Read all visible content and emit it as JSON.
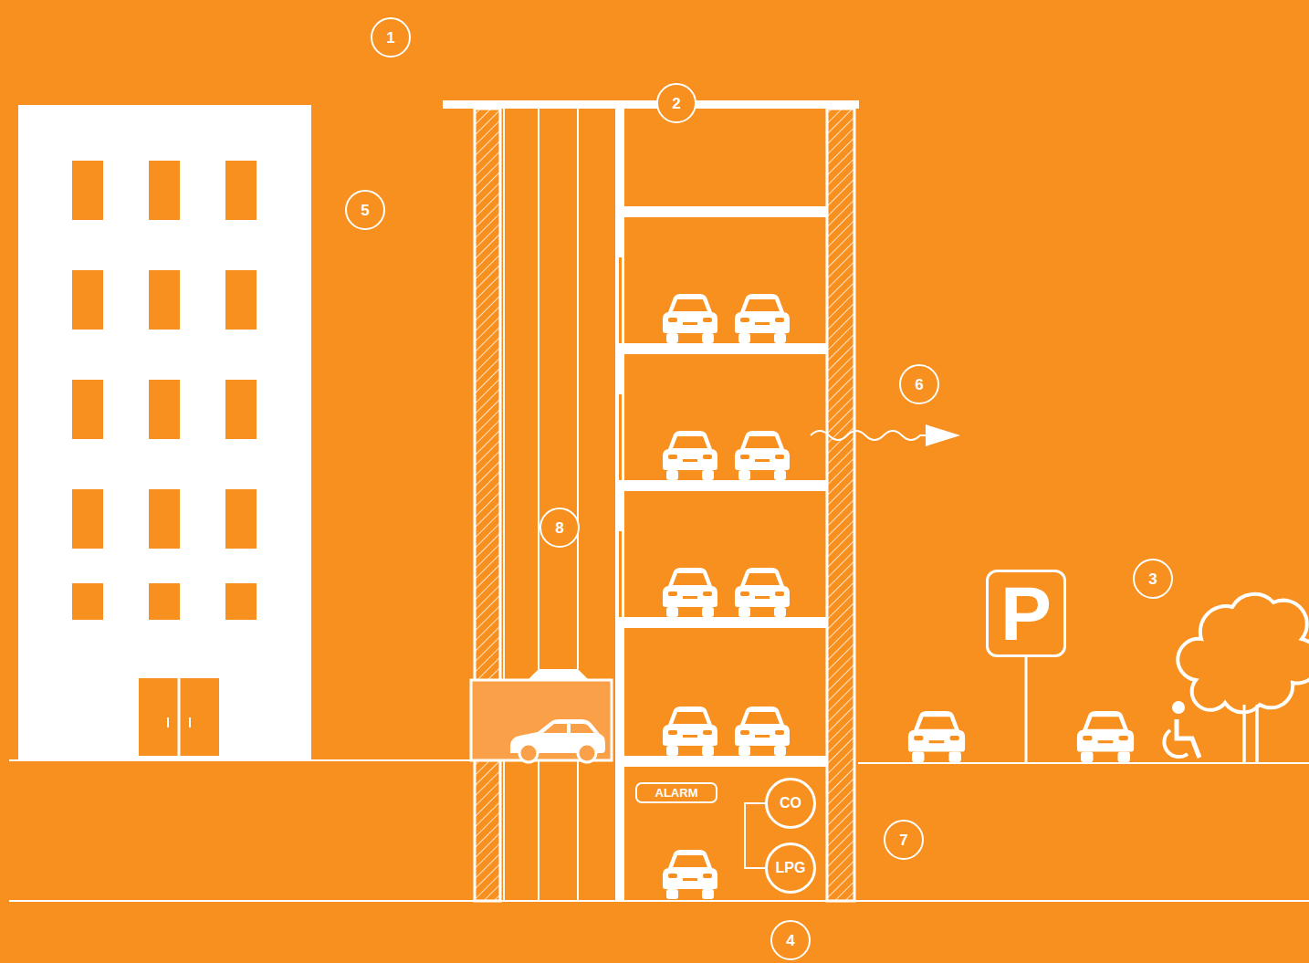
{
  "diagram": {
    "nodes": [
      {
        "text": [
          "P"
        ]
      },
      {
        "text": [
          "ALARM"
        ]
      },
      {
        "text": [
          "CO"
        ]
      },
      {
        "text": [
          "LPG"
        ]
      }
    ],
    "edges": [
      {
        "from": 2,
        "to": 3,
        "arrow": "none"
      }
    ],
    "labels": [
      "1",
      "2",
      "5",
      "6",
      "8",
      "3",
      "7",
      "4"
    ]
  }
}
